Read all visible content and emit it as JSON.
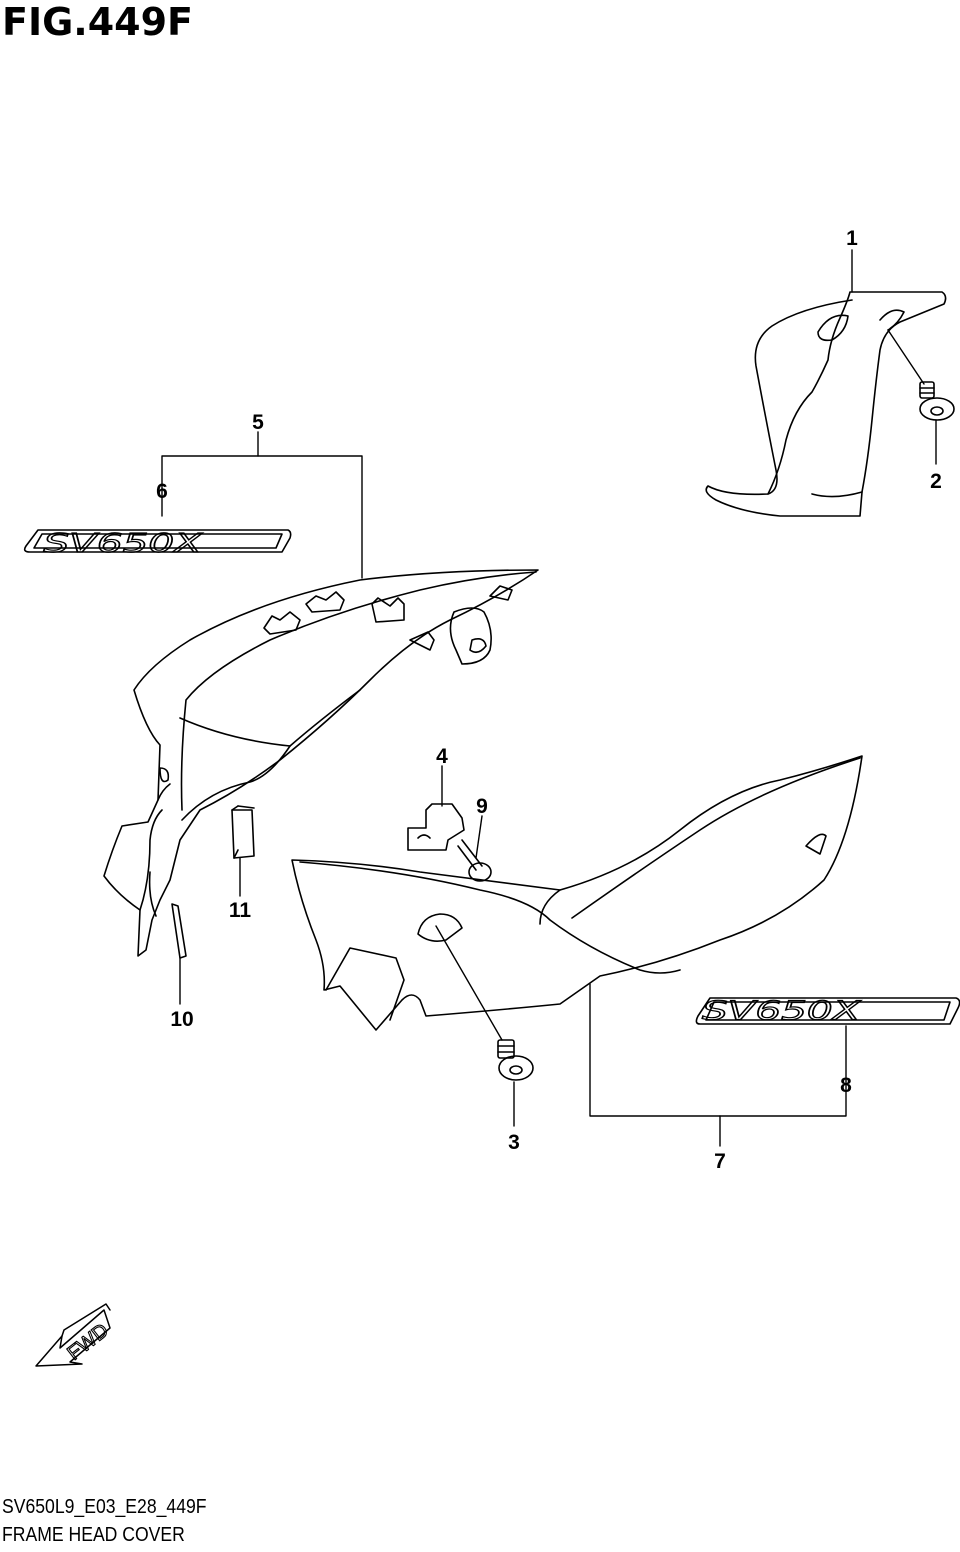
{
  "figure": {
    "title": "FIG.449F",
    "code": "SV650L9_E03_E28_449F",
    "name": "FRAME HEAD COVER"
  },
  "callouts": {
    "c1": "1",
    "c2": "2",
    "c3": "3",
    "c4": "4",
    "c5": "5",
    "c6": "6",
    "c7": "7",
    "c8": "8",
    "c9": "9",
    "c10": "10",
    "c11": "11"
  },
  "emblems": {
    "left": "SV650X",
    "right": "SV650X"
  },
  "direction": {
    "label": "FWD"
  },
  "colors": {
    "line": "#000000",
    "background": "#ffffff"
  }
}
